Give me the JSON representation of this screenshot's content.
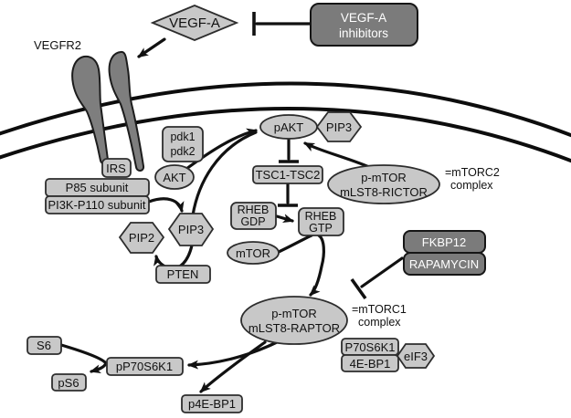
{
  "figure": "VEGF-A / VEGFR2 mTOR signaling pathway diagram",
  "colors": {
    "background": "#ffffff",
    "node_fill": "#c8c8c8",
    "node_border": "#2d2d2d",
    "dark_node_fill": "#7b7b7b",
    "dark_node_text": "#ffffff",
    "line": "#111111",
    "receptor_fill": "#7e7e7e"
  },
  "nodes": {
    "vegfa": {
      "label": "VEGF-A"
    },
    "vegfa_inhibitors": {
      "line1": "VEGF-A",
      "line2": "inhibitors"
    },
    "vegfr2": {
      "label": "VEGFR2"
    },
    "irs": {
      "label": "IRS"
    },
    "p85": {
      "label": "P85 subunit"
    },
    "pi3k": {
      "label": "PI3K-P110 subunit"
    },
    "pdk": {
      "line1": "pdk1",
      "line2": "pdk2"
    },
    "akt": {
      "label": "AKT"
    },
    "pakt": {
      "label": "pAKT"
    },
    "pip3_membrane": {
      "label": "PIP3"
    },
    "pip2": {
      "label": "PIP2"
    },
    "pip3": {
      "label": "PIP3"
    },
    "pten": {
      "label": "PTEN"
    },
    "tsc": {
      "label": "TSC1-TSC2"
    },
    "rheb_gdp": {
      "line1": "RHEB",
      "line2": "GDP"
    },
    "rheb_gtp": {
      "line1": "RHEB",
      "line2": "GTP"
    },
    "mtor": {
      "label": "mTOR"
    },
    "mtorc2": {
      "line1": "p-mTOR",
      "line2": "mLST8-RICTOR"
    },
    "mtorc2_note": {
      "line1": "=mTORC2",
      "line2": "complex"
    },
    "fkbp12": {
      "label": "FKBP12"
    },
    "rapamycin": {
      "label": "RAPAMYCIN"
    },
    "mtorc1": {
      "line1": "p-mTOR",
      "line2": "mLST8-RAPTOR"
    },
    "mtorc1_note": {
      "line1": "=mTORC1",
      "line2": "complex"
    },
    "p70s6k1": {
      "label": "P70S6K1"
    },
    "e4bp1": {
      "label": "4E-BP1"
    },
    "eif3": {
      "label": "eIF3"
    },
    "s6": {
      "label": "S6"
    },
    "ps6": {
      "label": "pS6"
    },
    "pp70s6k1": {
      "label": "pP70S6K1"
    },
    "p4ebp1": {
      "label": "p4E-BP1"
    }
  }
}
